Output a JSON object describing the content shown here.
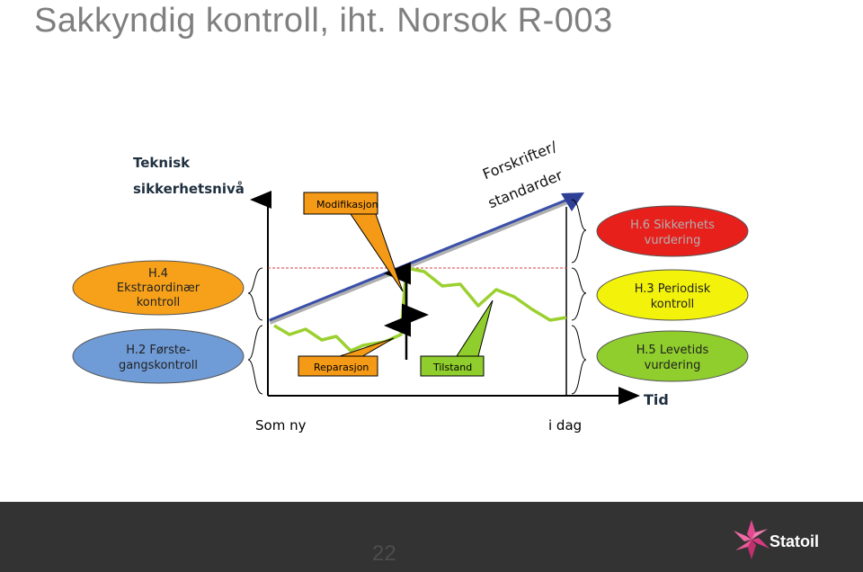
{
  "title": "Sakkyndig kontroll, iht. Norsok R-003",
  "y_axis_label_line1": "Teknisk",
  "y_axis_label_line2": "sikkerhetsnivå",
  "x_axis_label": "Tid",
  "x_start_label": "Som ny",
  "x_now_label": "i dag",
  "regulations_line1": "Forskrifter/",
  "regulations_line2": "standarder",
  "callouts": {
    "modification": "Modifikasjon",
    "repair": "Reparasjon",
    "condition": "Tilstand"
  },
  "ellipses": {
    "h4_line1": "H.4",
    "h4_line2": "Ekstraordinær",
    "h4_line3": "kontroll",
    "h2_line1": "H.2 Første-",
    "h2_line2": "gangskontroll",
    "h6_line1": "H.6 Sikkerhets",
    "h6_line2": "vurdering",
    "h3_line1": "H.3 Periodisk",
    "h3_line2": "kontroll",
    "h5_line1": "H.5 Levetids",
    "h5_line2": "vurdering"
  },
  "colors": {
    "orange": "#f7a11a",
    "blue": "#6f9bd6",
    "red": "#e8201c",
    "yellow": "#f2f20a",
    "green": "#8fce2c",
    "condition_line": "#9bd02f",
    "regulations_line": "#3a4fa8",
    "callout_fill": "#f59a17",
    "callout_green": "#8fce2c",
    "footer": "#333333"
  },
  "page_number": "22",
  "logo_text": "Statoil"
}
